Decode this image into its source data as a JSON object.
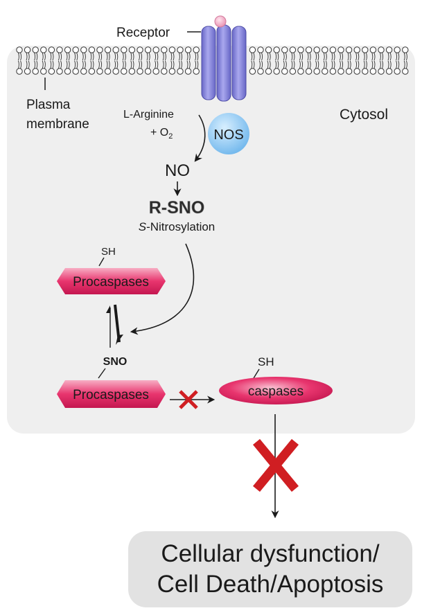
{
  "labels": {
    "receptor": "Receptor",
    "plasma_membrane_line1": "Plasma",
    "plasma_membrane_line2": "membrane",
    "cytosol": "Cytosol",
    "substrate_line1": "L-Arginine",
    "substrate_line2_prefix": "+ O",
    "substrate_line2_subscript": "2",
    "enzyme": "NOS",
    "no": "NO",
    "rsno": "R-SNO",
    "nitrosylation_italic": "S",
    "nitrosylation_rest": "-Nitrosylation",
    "sh_top": "SH",
    "procaspases_top": "Procaspases",
    "sno": "SNO",
    "procaspases_bottom": "Procaspases",
    "sh_right": "SH",
    "caspases": "caspases"
  },
  "outcome": {
    "line1": "Cellular dysfunction/",
    "line2": "Cell Death/Apoptosis"
  },
  "colors": {
    "cytosol_fill": "#efefef",
    "membrane_bead": "#ffffff",
    "receptor": "#8f8ee0",
    "receptor_ligand": "#f7b8d0",
    "nos": "#8ec9f2",
    "procaspase": "#e8356e",
    "caspase": "#e8356e",
    "inhibition_x": "#d01e22",
    "outcome_box": "#e2e2e2"
  }
}
